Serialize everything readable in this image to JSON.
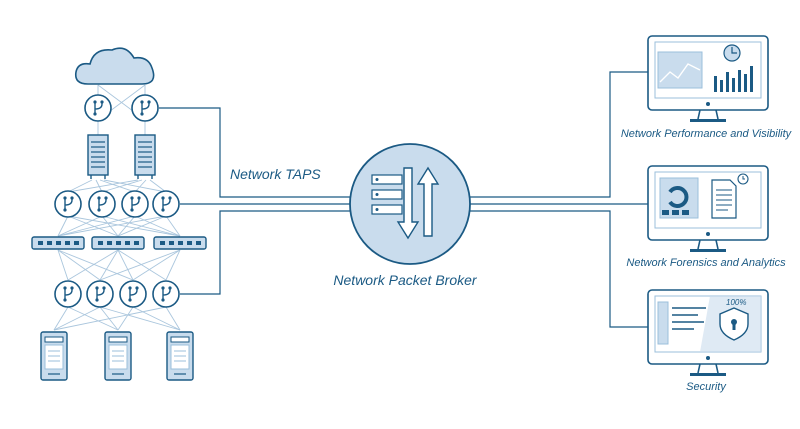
{
  "labels": {
    "network_taps": "Network TAPS",
    "network_packet_broker": "Network Packet Broker",
    "perf_visibility": "Network Performance and Visibility",
    "forensics_analytics": "Network Forensics and Analytics",
    "security": "Security",
    "security_percent": "100%"
  },
  "colors": {
    "stroke": "#1b5a84",
    "light_fill": "#c9dced",
    "mid_fill": "#9bbfdb",
    "mesh": "#aac6dd"
  },
  "icons": [
    "cloud-icon",
    "tap-icon",
    "server-rack-icon",
    "switch-icon",
    "workstation-icon",
    "packet-broker-icon",
    "monitor-icon",
    "shield-lock-icon"
  ]
}
